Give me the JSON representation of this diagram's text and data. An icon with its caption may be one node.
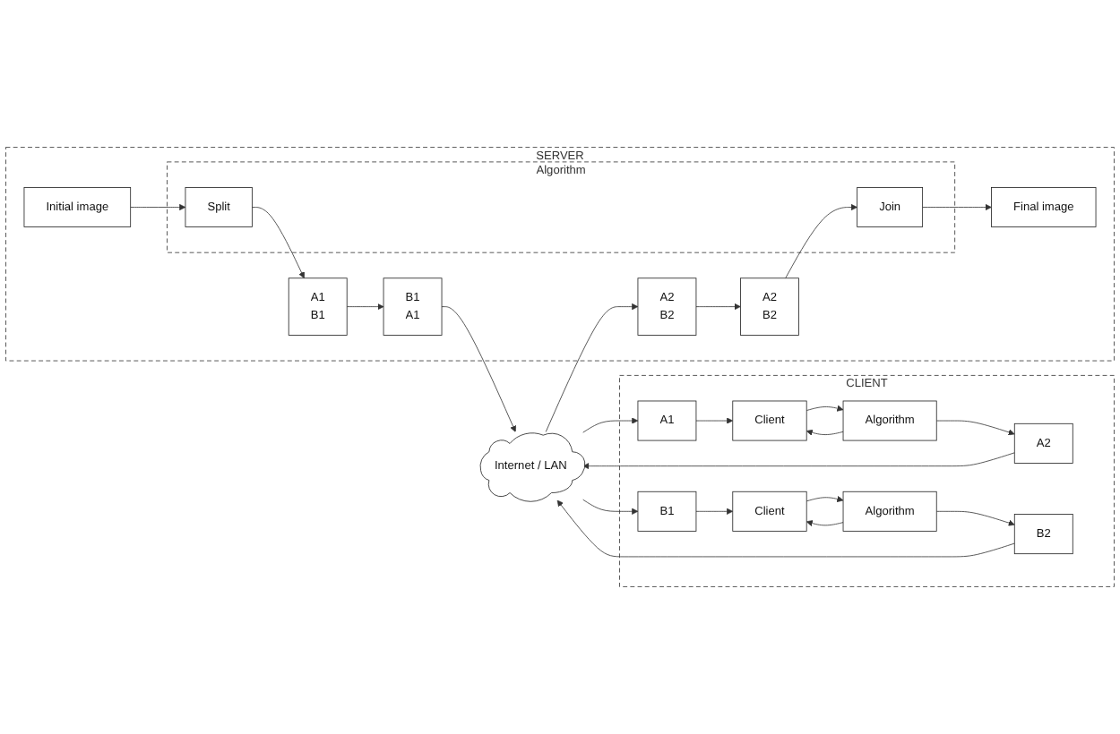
{
  "diagram": {
    "nodes": [
      {
        "text": [
          "SERVER"
        ]
      },
      {
        "text": [
          "Initial image"
        ],
        "in": 0
      },
      {
        "text": [
          "Algorithm"
        ],
        "in": 0
      },
      {
        "text": [
          "Split"
        ],
        "in": 2
      },
      {
        "text": [
          "Join"
        ],
        "in": 2
      },
      {
        "text": [
          "Final image"
        ],
        "in": 0
      },
      {
        "text": [
          "A1",
          "B1"
        ],
        "in": 0
      },
      {
        "text": [
          "B1",
          "A1"
        ],
        "in": 0
      },
      {
        "text": [
          "A2",
          "B2"
        ],
        "in": 0
      },
      {
        "text": [
          "A2",
          "B2"
        ],
        "in": 0
      },
      {
        "text": [
          "Internet / LAN"
        ]
      },
      {
        "text": [
          "CLIENT"
        ]
      },
      {
        "text": [
          "Client"
        ],
        "in": 11
      },
      {
        "text": [
          "Algorithm"
        ],
        "in": 11
      },
      {
        "text": [
          "A1"
        ],
        "in": 11
      },
      {
        "text": [
          "A2"
        ],
        "in": 11
      },
      {
        "text": [
          "B1"
        ],
        "in": 11
      },
      {
        "text": [
          "B2"
        ],
        "in": 11
      },
      {
        "text": [
          "Client"
        ],
        "in": 11
      },
      {
        "text": [
          "Algorithm"
        ],
        "in": 11
      }
    ],
    "edges": [
      {
        "from": 1,
        "to": 3,
        "arrow": "to"
      },
      {
        "from": 3,
        "to": 6,
        "arrow": "to"
      },
      {
        "from": 6,
        "to": 7,
        "arrow": "to"
      },
      {
        "from": 7,
        "to": 10,
        "arrow": "to"
      },
      {
        "from": 10,
        "to": 8,
        "arrow": "to"
      },
      {
        "from": 8,
        "to": 9,
        "arrow": "to"
      },
      {
        "from": 9,
        "to": 4,
        "arrow": "to"
      },
      {
        "from": 4,
        "to": 5,
        "arrow": "to"
      },
      {
        "from": 10,
        "to": 14,
        "arrow": "to"
      },
      {
        "from": 14,
        "to": 12,
        "arrow": "to"
      },
      {
        "from": 12,
        "to": 13,
        "arrow": "to"
      },
      {
        "from": 13,
        "to": 12,
        "arrow": "to"
      },
      {
        "from": 13,
        "to": 15,
        "arrow": "to"
      },
      {
        "from": 15,
        "to": 10,
        "arrow": "to"
      },
      {
        "from": 10,
        "to": 16,
        "arrow": "to"
      },
      {
        "from": 16,
        "to": 18,
        "arrow": "to"
      },
      {
        "from": 18,
        "to": 19,
        "arrow": "to"
      },
      {
        "from": 19,
        "to": 18,
        "arrow": "to"
      },
      {
        "from": 19,
        "to": 17,
        "arrow": "to"
      },
      {
        "from": 17,
        "to": 10,
        "arrow": "to"
      }
    ]
  }
}
